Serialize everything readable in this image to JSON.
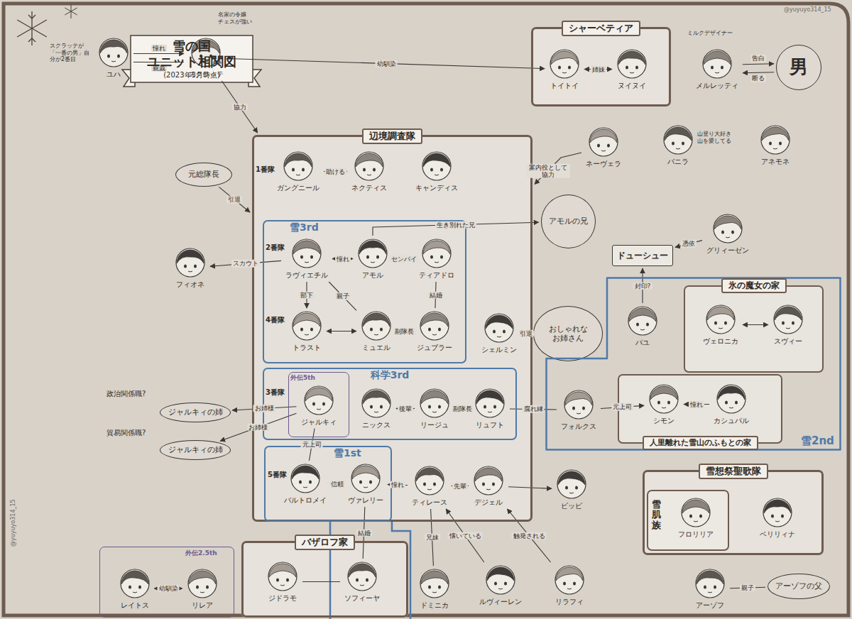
{
  "diagram": {
    "title": "雪の国 ユニット相関図",
    "nodes": [
      {
        "text": [
          "ユハ"
        ]
      },
      {
        "text": [
          "スクラッテ"
        ]
      },
      {
        "text": [
          "シャーベティア"
        ]
      },
      {
        "text": [
          "トイトイ"
        ],
        "in": 2
      },
      {
        "text": [
          "ヌイヌイ"
        ],
        "in": 2
      },
      {
        "text": [
          "メルレッティ"
        ]
      },
      {
        "text": [
          "男"
        ]
      },
      {
        "text": [
          "ネーヴェラ"
        ]
      },
      {
        "text": [
          "バニラ"
        ]
      },
      {
        "text": [
          "アネモネ"
        ]
      },
      {
        "text": [
          "元総隊長"
        ]
      },
      {
        "text": [
          "辺境調査隊"
        ]
      },
      {
        "text": [
          "ガングニール"
        ],
        "in": 11
      },
      {
        "text": [
          "ネクティス"
        ],
        "in": 11
      },
      {
        "text": [
          "キャンディス"
        ],
        "in": 11
      },
      {
        "text": [
          "アモルの兄"
        ]
      },
      {
        "text": [
          "雪3rd"
        ],
        "in": 11
      },
      {
        "text": [
          "ラヴィエチル"
        ],
        "in": 16
      },
      {
        "text": [
          "アモル"
        ],
        "in": 16
      },
      {
        "text": [
          "ティアドロ"
        ],
        "in": 16
      },
      {
        "text": [
          "ドューシュー"
        ]
      },
      {
        "text": [
          "グリィーゼン"
        ]
      },
      {
        "text": [
          "フィオネ"
        ]
      },
      {
        "text": [
          "トラスト"
        ],
        "in": 16
      },
      {
        "text": [
          "ミュエル"
        ],
        "in": 16
      },
      {
        "text": [
          "ジュブラー"
        ],
        "in": 16
      },
      {
        "text": [
          "シェルミン"
        ],
        "in": 11
      },
      {
        "text": [
          "おしゃれな お姉さん"
        ]
      },
      {
        "text": [
          "雪2nd"
        ]
      },
      {
        "text": [
          "パユ"
        ],
        "in": 28
      },
      {
        "text": [
          "氷の魔女の家"
        ],
        "in": 28
      },
      {
        "text": [
          "ヴェロニカ"
        ],
        "in": 30
      },
      {
        "text": [
          "スヴィー"
        ],
        "in": 30
      },
      {
        "text": [
          "科学3rd"
        ],
        "in": 11
      },
      {
        "text": [
          "外伝5th"
        ],
        "in": 33
      },
      {
        "text": [
          "ジャルキィ"
        ],
        "in": 34
      },
      {
        "text": [
          "ニックス"
        ],
        "in": 33
      },
      {
        "text": [
          "リージュ"
        ],
        "in": 33
      },
      {
        "text": [
          "リュフト"
        ],
        "in": 33
      },
      {
        "text": [
          "フォルクス"
        ],
        "in": 28
      },
      {
        "text": [
          "人里離れた雪山のふもとの家"
        ],
        "in": 28
      },
      {
        "text": [
          "シモン"
        ],
        "in": 40
      },
      {
        "text": [
          "カシュパル"
        ],
        "in": 40
      },
      {
        "text": [
          "ジャルキィの姉"
        ]
      },
      {
        "text": [
          "ジャルキィの姉"
        ]
      },
      {
        "text": [
          "雪1st"
        ],
        "in": 11
      },
      {
        "text": [
          "バルトロメイ"
        ],
        "in": 45
      },
      {
        "text": [
          "ヴァレリー"
        ],
        "in": 45
      },
      {
        "text": [
          "ティレース"
        ],
        "in": 11
      },
      {
        "text": [
          "デジェル"
        ],
        "in": 11
      },
      {
        "text": [
          "ビッピ"
        ]
      },
      {
        "text": [
          "雪想祭聖歌隊"
        ]
      },
      {
        "text": [
          "雪肌族"
        ],
        "in": 51
      },
      {
        "text": [
          "フロリリア"
        ],
        "in": 52
      },
      {
        "text": [
          "ベリリィナ"
        ],
        "in": 51
      },
      {
        "text": [
          "外伝2.5th"
        ]
      },
      {
        "text": [
          "レイトス"
        ],
        "in": 55
      },
      {
        "text": [
          "リレア"
        ],
        "in": 55
      },
      {
        "text": [
          "バザロフ家"
        ]
      },
      {
        "text": [
          "ジドラモ"
        ],
        "in": 58
      },
      {
        "text": [
          "ソフィーヤ"
        ],
        "in": 58
      },
      {
        "text": [
          "ドミニカ"
        ]
      },
      {
        "text": [
          "ルヴィーレン"
        ]
      },
      {
        "text": [
          "リラフィ"
        ]
      },
      {
        "text": [
          "アーゾフ"
        ]
      },
      {
        "text": [
          "アーゾフの父"
        ]
      }
    ],
    "edges": [
      {
        "from": 0,
        "to": 1,
        "arrow": "to",
        "label": "憧れ"
      },
      {
        "from": 0,
        "to": 1,
        "arrow": "none",
        "label": "親戚"
      },
      {
        "from": 1,
        "to": 3,
        "arrow": "to",
        "label": "幼馴染"
      },
      {
        "from": 3,
        "to": 4,
        "arrow": "both",
        "label": "姉妹"
      },
      {
        "from": 5,
        "to": 6,
        "arrow": "to",
        "label": "告白"
      },
      {
        "from": 6,
        "to": 5,
        "arrow": "to",
        "label": "断る"
      },
      {
        "from": 1,
        "to": 11,
        "arrow": "to",
        "label": "協力"
      },
      {
        "from": 10,
        "to": 11,
        "arrow": "to",
        "label": "引退"
      },
      {
        "from": 7,
        "to": 11,
        "arrow": "to",
        "label": "案内役として協力"
      },
      {
        "from": 12,
        "to": 13,
        "arrow": "to",
        "label": "助ける"
      },
      {
        "from": 18,
        "to": 15,
        "arrow": "to",
        "label": "生き別れた兄"
      },
      {
        "from": 17,
        "to": 18,
        "arrow": "both",
        "label": "憧れ"
      },
      {
        "from": 18,
        "to": 19,
        "arrow": "to",
        "label": "センパイ"
      },
      {
        "from": 17,
        "to": 23,
        "arrow": "to",
        "label": "部下"
      },
      {
        "from": 17,
        "to": 24,
        "arrow": "none",
        "label": "親子"
      },
      {
        "from": 23,
        "to": 24,
        "arrow": "both"
      },
      {
        "from": 25,
        "to": 24,
        "arrow": "to",
        "label": "副隊長"
      },
      {
        "from": 19,
        "to": 25,
        "arrow": "none",
        "label": "結婚"
      },
      {
        "from": 17,
        "to": 22,
        "arrow": "to",
        "label": "スカウト"
      },
      {
        "from": 26,
        "to": 27,
        "arrow": "to",
        "label": "引退"
      },
      {
        "from": 35,
        "to": 43,
        "arrow": "to",
        "label": "お姉様"
      },
      {
        "from": 35,
        "to": 44,
        "arrow": "to",
        "label": "お姉様"
      },
      {
        "from": 37,
        "to": 36,
        "arrow": "to",
        "label": "後輩"
      },
      {
        "from": 38,
        "to": 37,
        "arrow": "to",
        "label": "副隊長"
      },
      {
        "from": 38,
        "to": 39,
        "arrow": "none",
        "label": "腐れ縁"
      },
      {
        "from": 39,
        "to": 41,
        "arrow": "to",
        "label": "元上司"
      },
      {
        "from": 42,
        "to": 41,
        "arrow": "to",
        "label": "憧れ"
      },
      {
        "from": 29,
        "to": 20,
        "arrow": "to",
        "label": "封印?"
      },
      {
        "from": 21,
        "to": 20,
        "arrow": "to",
        "label": "憑依"
      },
      {
        "from": 31,
        "to": 32,
        "arrow": "both"
      },
      {
        "from": 46,
        "to": 47,
        "arrow": "to",
        "label": "信頼"
      },
      {
        "from": 35,
        "to": 46,
        "arrow": "none",
        "label": "元上司"
      },
      {
        "from": 48,
        "to": 47,
        "arrow": "to",
        "label": "憧れ"
      },
      {
        "from": 49,
        "to": 48,
        "arrow": "to",
        "label": "先輩"
      },
      {
        "from": 49,
        "to": 50,
        "arrow": "to"
      },
      {
        "from": 47,
        "to": 60,
        "arrow": "none",
        "label": "結婚"
      },
      {
        "from": 59,
        "to": 60,
        "arrow": "none"
      },
      {
        "from": 48,
        "to": 61,
        "arrow": "none",
        "label": "兄妹"
      },
      {
        "from": 62,
        "to": 48,
        "arrow": "to",
        "label": "懐いている"
      },
      {
        "from": 63,
        "to": 49,
        "arrow": "to",
        "label": "触発される"
      },
      {
        "from": 56,
        "to": 57,
        "arrow": "both",
        "label": "幼馴染"
      },
      {
        "from": 64,
        "to": 65,
        "arrow": "none",
        "label": "親子"
      }
    ],
    "labels": [
      "(2023年3月時点)",
      "@yuyuyo314_15",
      "@yuyuyo314_15",
      "1番隊",
      "2番隊",
      "4番隊",
      "3番隊",
      "5番隊",
      "政治関係職?",
      "貿易関係職?",
      "名家の令嬢 チェスが強い",
      "スクラッテが「一番の男」自分が2番目",
      "ミルクデザイナー",
      "山登り大好き 山を愛してる"
    ]
  }
}
